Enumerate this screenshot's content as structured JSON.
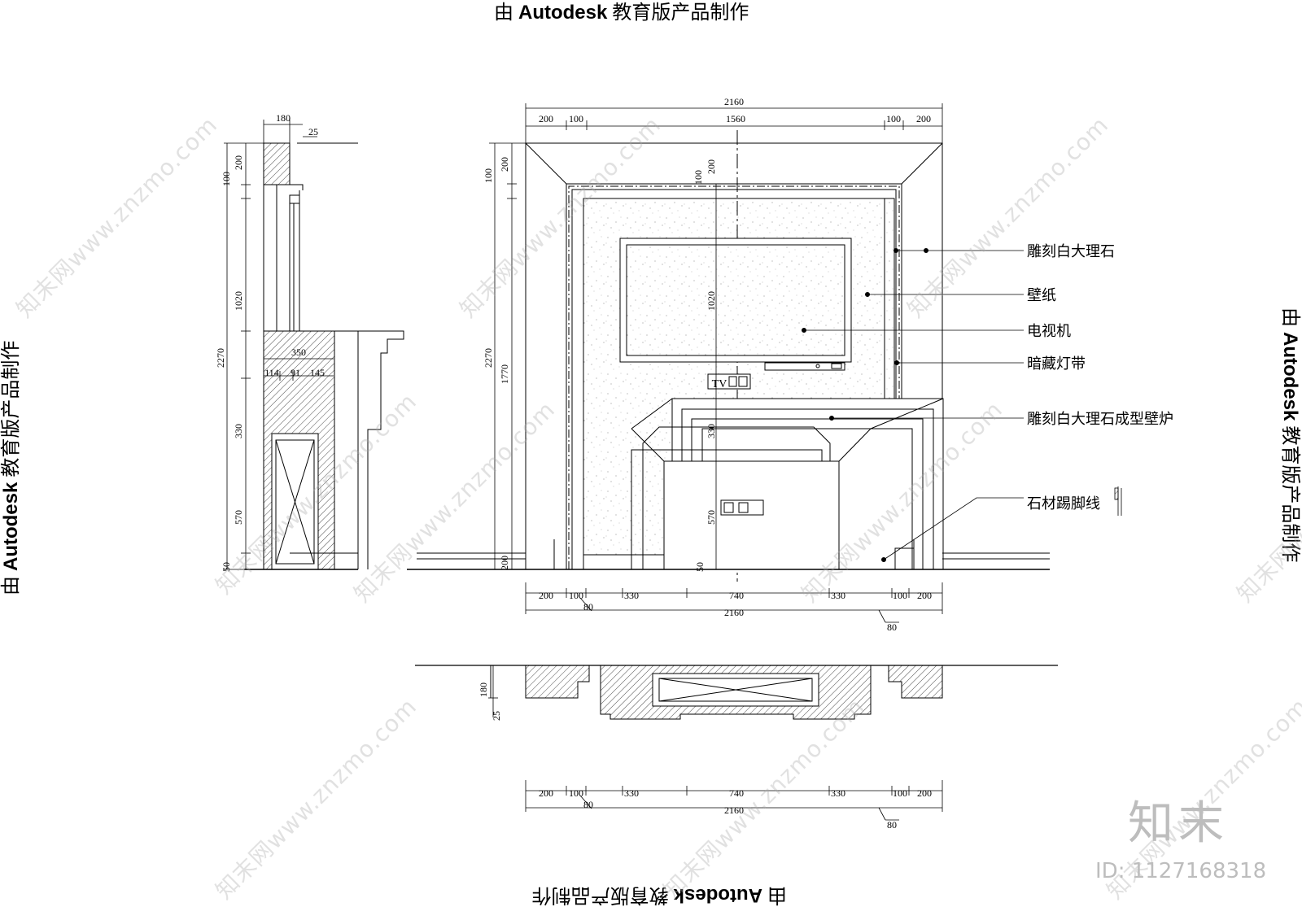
{
  "stamps": {
    "top": {
      "pre": "由 ",
      "bold": "Autodesk",
      "post": " 教育版产品制作"
    },
    "bottom": {
      "pre": "由 ",
      "bold": "Autodesk",
      "post": " 教育版产品制作"
    },
    "left": {
      "pre": "由 ",
      "bold": "Autodesk",
      "post": " 教育版产品制作"
    },
    "right": {
      "pre": "由 ",
      "bold": "Autodesk",
      "post": " 教育版产品制作"
    }
  },
  "watermark": {
    "text": "知末网www.znzmo.com",
    "brand_logo": "知末",
    "id_label": "ID: 1127168318"
  },
  "labels": [
    {
      "id": "marble",
      "text": "雕刻白大理石"
    },
    {
      "id": "wallpaper",
      "text": "壁纸"
    },
    {
      "id": "tv",
      "text": "电视机"
    },
    {
      "id": "light",
      "text": "暗藏灯带"
    },
    {
      "id": "fireplace",
      "text": "雕刻白大理石成型壁炉"
    },
    {
      "id": "skirting",
      "text": "石材踢脚线"
    }
  ],
  "front_elevation": {
    "top_total": "2160",
    "top_segments": [
      "200",
      "100",
      "1560",
      "100",
      "200"
    ],
    "bottom_segments": [
      "200",
      "100",
      "330",
      "740",
      "330",
      "100",
      "200"
    ],
    "bottom_total": "2160",
    "bottom_small": [
      "80",
      "80"
    ],
    "left_dims": [
      "100",
      "200",
      "1770",
      "2270",
      "200"
    ],
    "center_dims": [
      "200",
      "100",
      "1020",
      "330",
      "570",
      "50"
    ],
    "tv_text": "TV"
  },
  "side_section": {
    "top_dims": [
      "180",
      "25"
    ],
    "left_dims": [
      "200",
      "100",
      "1020",
      "2270",
      "330",
      "570",
      "50"
    ],
    "mid_total": "350",
    "mid_segments": [
      "114",
      "91",
      "145"
    ]
  },
  "plan": {
    "left_dims": [
      "180",
      "25"
    ],
    "segments": [
      "200",
      "100",
      "330",
      "740",
      "330",
      "100",
      "200"
    ],
    "total": "2160",
    "small": [
      "80",
      "80"
    ]
  }
}
